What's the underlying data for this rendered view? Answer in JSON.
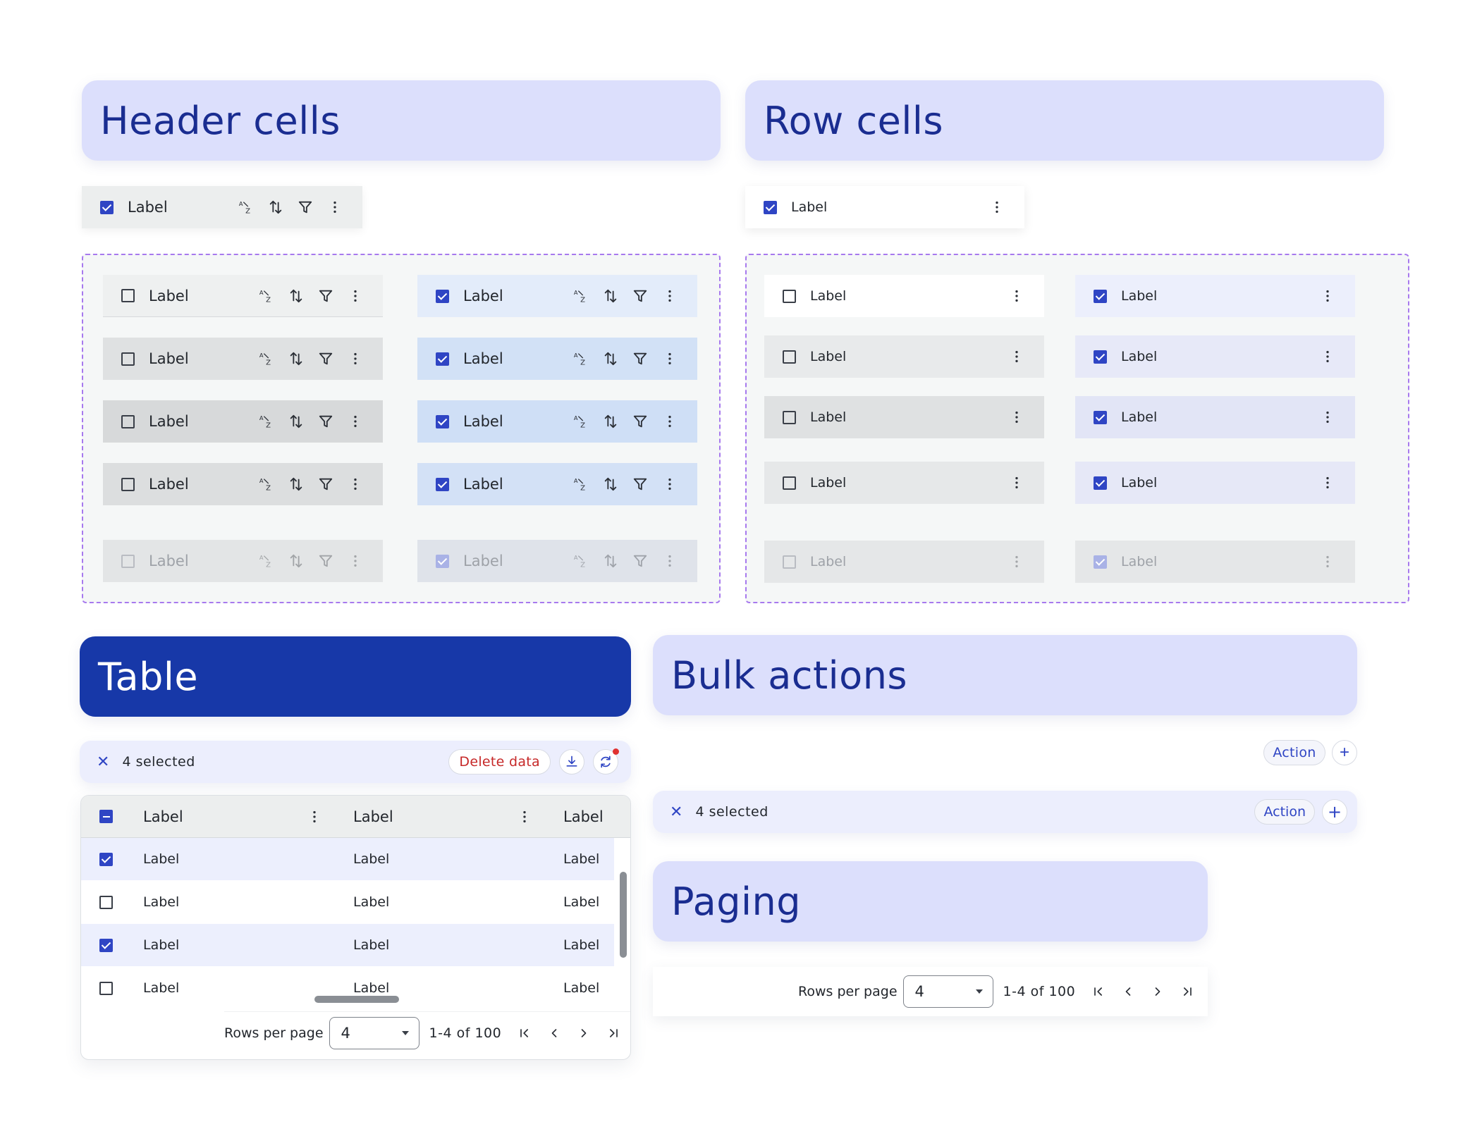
{
  "sections": {
    "header_cells": "Header cells",
    "row_cells": "Row cells",
    "table": "Table",
    "bulk_actions": "Bulk actions",
    "paging": "Paging"
  },
  "cell_label": "Label",
  "table": {
    "selection_count": "4 selected",
    "delete_label": "Delete data",
    "columns": [
      "Label",
      "Label",
      "Label"
    ],
    "rows": [
      {
        "checked": true,
        "cells": [
          "Label",
          "Label",
          "Label"
        ]
      },
      {
        "checked": false,
        "cells": [
          "Label",
          "Label",
          "Label"
        ]
      },
      {
        "checked": true,
        "cells": [
          "Label",
          "Label",
          "Label"
        ]
      },
      {
        "checked": false,
        "cells": [
          "Label",
          "Label",
          "Label"
        ]
      }
    ]
  },
  "bulk": {
    "action_label": "Action",
    "selection_count": "4 selected"
  },
  "paging": {
    "rows_per_page_label": "Rows per page",
    "rows_per_page_value": "4",
    "range_text": "1-4 of 100"
  },
  "colors": {
    "accent": "#2f45c4",
    "banner_bg": "#dcdffc",
    "banner_text": "#1a2d91",
    "table_banner_bg": "#1738a8",
    "danger": "#c62828",
    "dashed_border": "#a779ee"
  }
}
